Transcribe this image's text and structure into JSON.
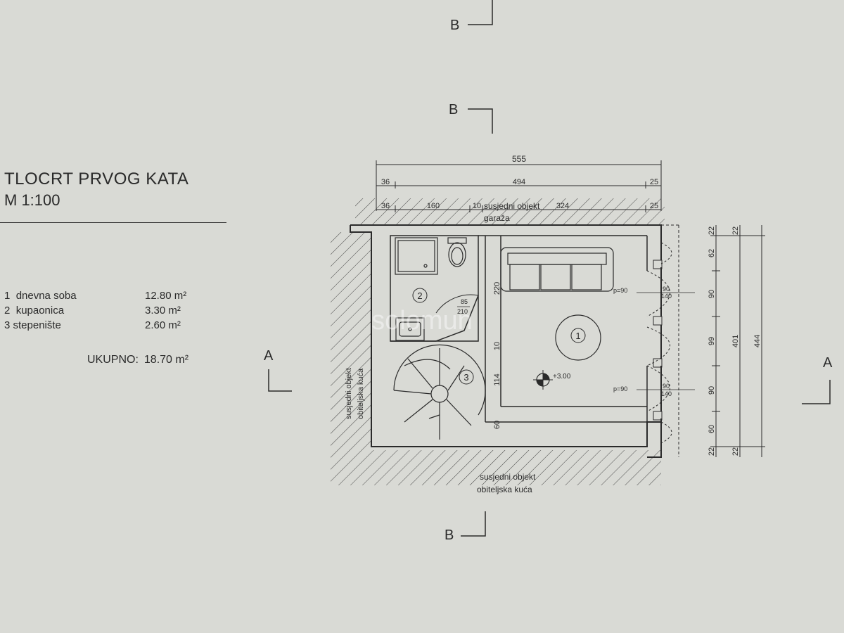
{
  "plan": {
    "title": "TLOCRT PRVOG KATA",
    "scale": "M  1:100",
    "rooms": [
      {
        "number": "1",
        "name": "dnevna soba",
        "area": "12.80 m²"
      },
      {
        "number": "2",
        "name": "kupaonica",
        "area": "3.30 m²"
      },
      {
        "number": "3",
        "name": "stepenište",
        "area": "2.60  m²"
      }
    ],
    "total_label": "UKUPNO:",
    "total_area": "18.70  m²"
  },
  "section_marks": {
    "a": "A",
    "b": "B"
  },
  "neighbours": {
    "top_line1": "susjedni objekt",
    "top_line2": "garaža",
    "bottom_line1": "susjedni objekt",
    "bottom_line2": "obiteljska kuća",
    "left_line1": "susjedni objekt",
    "left_line2": "obiteljska kuća"
  },
  "room_markers": {
    "r1": "1",
    "r2": "2",
    "r3": "3"
  },
  "level_mark": "+3.00",
  "door_label": {
    "top": "85",
    "bottom": "210"
  },
  "window_labels": {
    "w1": "p=90",
    "w2": "p=90",
    "w1_top": "90",
    "w1_bottom": "140",
    "w2_top": "90",
    "w2_bottom": "140"
  },
  "dimensions": {
    "top_total": "555",
    "top_row2": [
      "36",
      "494",
      "25"
    ],
    "top_row3": [
      "36",
      "160",
      "10",
      "324",
      "25"
    ],
    "right_inner": [
      "22",
      "62",
      "90",
      "99",
      "90",
      "60",
      "22"
    ],
    "right_mid": "401",
    "right_outer": "444",
    "right_outer_ends": [
      "22",
      "22"
    ],
    "interior_vertical": [
      "220",
      "10",
      "114",
      "60"
    ]
  },
  "watermark": "solomun"
}
